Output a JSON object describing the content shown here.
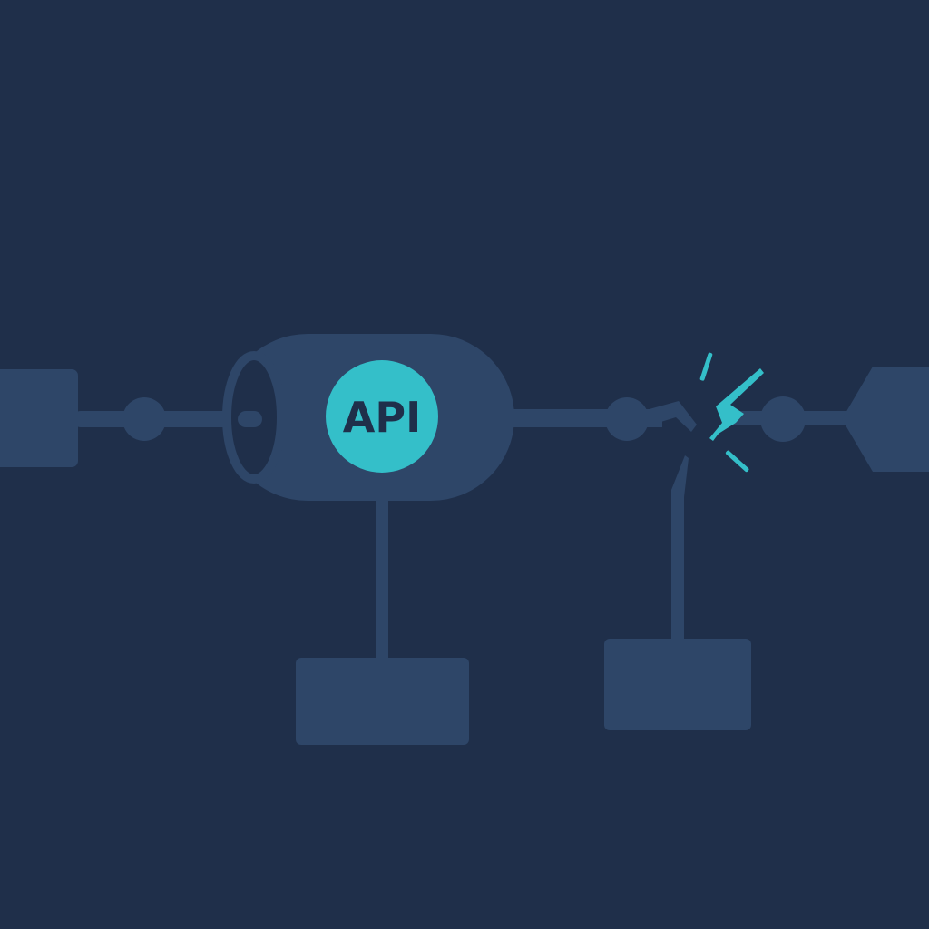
{
  "diagram": {
    "api_label": "API",
    "colors": {
      "background": "#1f2f4a",
      "node": "#2e4668",
      "node_edge": "#1f2f4a",
      "accent": "#34bfc9",
      "label_text": "#1f2f4a"
    },
    "icons": [
      "server-block",
      "api-cylinder",
      "connector-node",
      "broken-connection-spark",
      "diamond-endpoint"
    ]
  }
}
